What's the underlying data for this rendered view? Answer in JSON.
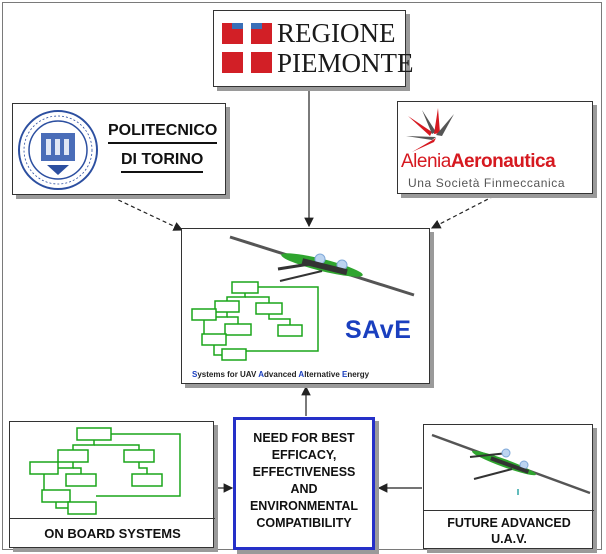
{
  "regione": {
    "line1": "REGIONE",
    "line2": "PIEMONTE"
  },
  "politecnico": {
    "line1": "POLITECNICO",
    "line2": "DI TORINO"
  },
  "alenia": {
    "name_part1": "Alenia",
    "name_part2": "Aeronautica",
    "subtitle": "Una Società Finmeccanica"
  },
  "save": {
    "title": "SAvE",
    "subtitle_parts": [
      {
        "text": "S",
        "highlight": true
      },
      {
        "text": "ystems for UAV ",
        "highlight": false
      },
      {
        "text": "A",
        "highlight": true
      },
      {
        "text": "dvanced ",
        "highlight": false
      },
      {
        "text": "A",
        "highlight": true
      },
      {
        "text": "lternative ",
        "highlight": false
      },
      {
        "text": "E",
        "highlight": true
      },
      {
        "text": "nergy",
        "highlight": false
      }
    ]
  },
  "need": {
    "lines": [
      "NEED FOR BEST",
      "EFFICACY,",
      "EFFECTIVENESS",
      "AND",
      "ENVIRONMENTAL",
      "COMPATIBILITY"
    ]
  },
  "onboard": {
    "label": "ON BOARD SYSTEMS"
  },
  "future": {
    "line1": "FUTURE ADVANCED",
    "line2": "U.A.V."
  },
  "colors": {
    "accent_blue": "#1a3fbf",
    "need_border": "#2530c8",
    "block_green": "#1aa51a",
    "alenia_red": "#d61920",
    "regione_red": "#d21f26"
  }
}
